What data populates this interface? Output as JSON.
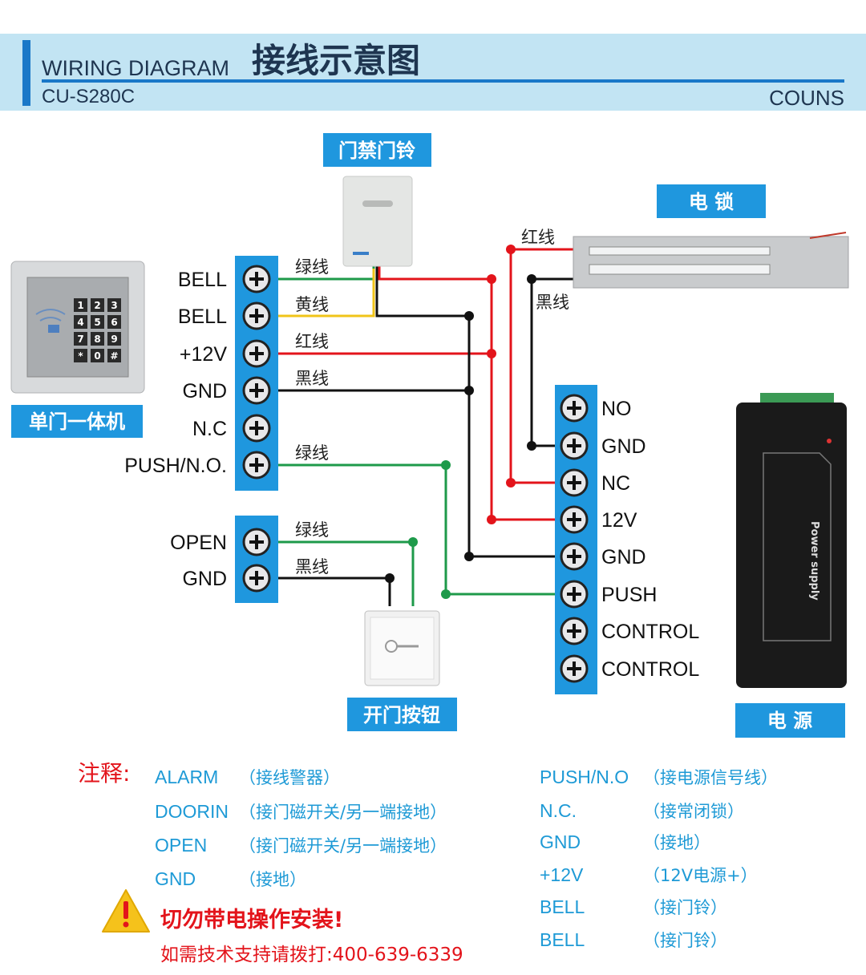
{
  "colors": {
    "header_band": "#c2e4f3",
    "accent_blue": "#1f97de",
    "wire_red": "#e3141b",
    "wire_green": "#1e9a4a",
    "wire_yellow": "#f0c419",
    "wire_black": "#111111",
    "note_red": "#e3141b",
    "legend_blue": "#1e9ad6"
  },
  "header": {
    "title_en": "WIRING DIAGRAM",
    "title_cn": "接线示意图",
    "model": "CU-S280C",
    "brand": "COUNS"
  },
  "devices": {
    "doorbell_label": "门禁门铃",
    "lock_label": "电 锁",
    "keypad_label": "单门一体机",
    "button_label": "开门按钮",
    "power_label": "电 源",
    "keypad_keys": [
      "1",
      "2",
      "3",
      "4",
      "5",
      "6",
      "7",
      "8",
      "9",
      "*",
      "0",
      "#"
    ],
    "power_supply_text": "Power supply"
  },
  "keypad_terminals": [
    "BELL",
    "BELL",
    "+12V",
    "GND",
    "N.C",
    "PUSH/N.O."
  ],
  "button_terminals": [
    "OPEN",
    "GND"
  ],
  "power_terminals": [
    "NO",
    "GND",
    "NC",
    "12V",
    "GND",
    "PUSH",
    "CONTROL",
    "CONTROL"
  ],
  "wire_labels": {
    "bell1": "绿线",
    "bell2": "黄线",
    "v12": "红线",
    "gnd": "黑线",
    "push": "绿线",
    "open": "绿线",
    "open_gnd": "黑线",
    "lock_red": "红线",
    "lock_black": "黑线"
  },
  "notes": {
    "title": "注释:",
    "left": [
      {
        "term": "ALARM",
        "desc": "（接线警器）"
      },
      {
        "term": "DOORIN",
        "desc": "（接门磁开关/另一端接地）"
      },
      {
        "term": "OPEN",
        "desc": "（接门磁开关/另一端接地）"
      },
      {
        "term": "GND",
        "desc": "（接地）"
      }
    ],
    "right": [
      {
        "term": "PUSH/N.O",
        "desc": "（接电源信号线）"
      },
      {
        "term": "N.C.",
        "desc": "（接常闭锁）"
      },
      {
        "term": "GND",
        "desc": "（接地）"
      },
      {
        "term": "+12V",
        "desc": "（12V电源+）"
      },
      {
        "term": "BELL",
        "desc": "（接门铃）"
      },
      {
        "term": "BELL",
        "desc": "（接门铃）"
      }
    ],
    "warning": "切勿带电操作安装!",
    "support": "如需技术支持请拨打:400-639-6339"
  }
}
